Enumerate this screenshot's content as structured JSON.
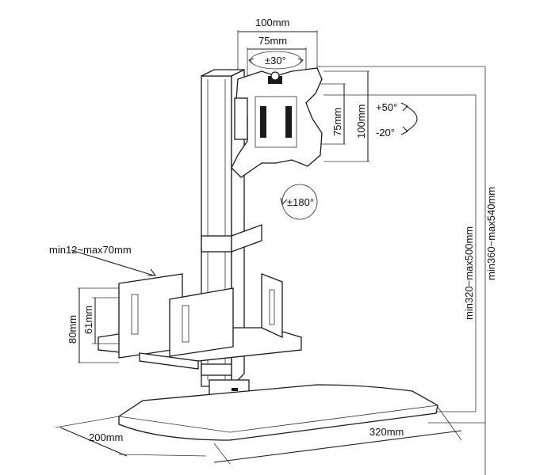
{
  "diagram": {
    "labels": {
      "vesa_outer_width": "100mm",
      "vesa_inner_width": "75mm",
      "swivel": "±30°",
      "tilt_up": "+50°",
      "tilt_down": "-20°",
      "vesa_inner_height": "75mm",
      "vesa_outer_height": "100mm",
      "rotation": "±180°",
      "height_pole": "min320~max500mm",
      "height_total": "min360~max540mm",
      "holder_width": "min12~max70mm",
      "holder_height": "80mm",
      "holder_inner_height": "61mm",
      "base_depth": "200mm",
      "base_width": "320mm"
    },
    "colors": {
      "line": "#222222",
      "text": "#111111",
      "background": "#ffffff"
    }
  }
}
